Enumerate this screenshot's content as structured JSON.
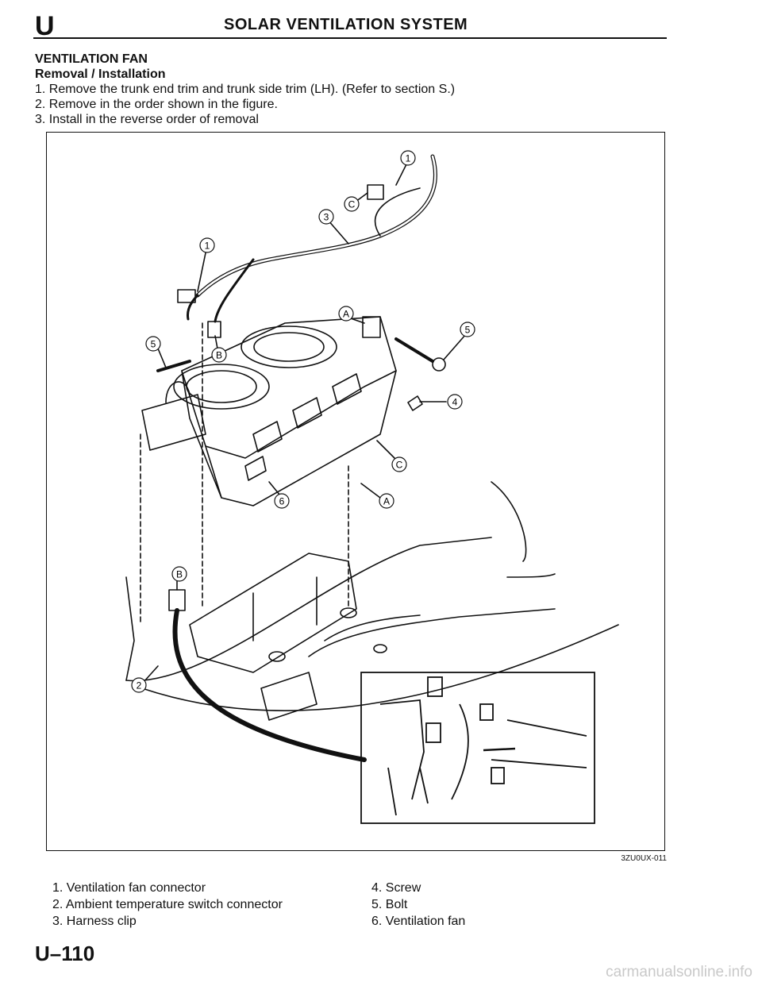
{
  "header": {
    "section_letter": "U",
    "title": "SOLAR VENTILATION SYSTEM"
  },
  "content": {
    "heading": "VENTILATION FAN",
    "subheading": "Removal / Installation",
    "steps": [
      "1.  Remove the trunk end trim and trunk side trim (LH). (Refer to section S.)",
      "2.  Remove in the order shown in the figure.",
      "3.  Install in the reverse order of removal"
    ]
  },
  "figure": {
    "code": "3ZU0UX-011",
    "callouts": [
      "1",
      "C",
      "3",
      "1",
      "A",
      "5",
      "5",
      "B",
      "4",
      "C",
      "A",
      "6",
      "B",
      "2"
    ]
  },
  "legend": {
    "left": [
      "1.  Ventilation fan connector",
      "2.  Ambient temperature switch connector",
      "3.  Harness clip"
    ],
    "right": [
      "4.  Screw",
      "5.  Bolt",
      "6.  Ventilation  fan"
    ]
  },
  "footer": {
    "page_number": "U–110",
    "watermark": "carmanualsonline.info"
  }
}
